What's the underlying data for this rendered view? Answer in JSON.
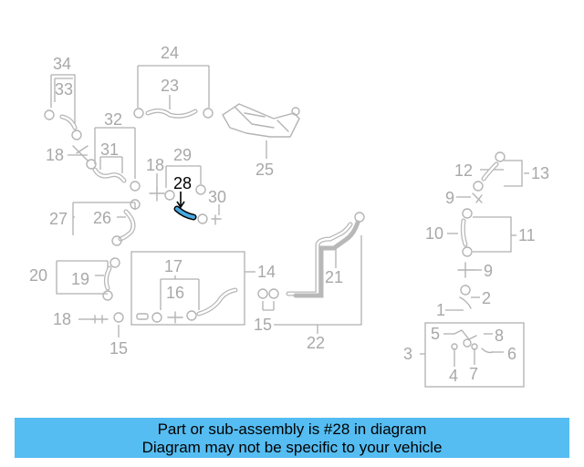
{
  "diagram": {
    "highlight_part": "28",
    "highlight_color": "#4aa8e0",
    "labels": {
      "l1": "1",
      "l2": "2",
      "l3": "3",
      "l4": "4",
      "l5": "5",
      "l6": "6",
      "l7": "7",
      "l8": "8",
      "l9a": "9",
      "l9b": "9",
      "l10": "10",
      "l11": "11",
      "l12": "12",
      "l13": "13",
      "l14": "14",
      "l15a": "15",
      "l15b": "15",
      "l16": "16",
      "l17": "17",
      "l18a": "18",
      "l18b": "18",
      "l18c": "18",
      "l19": "19",
      "l20": "20",
      "l21": "21",
      "l22": "22",
      "l23": "23",
      "l24": "24",
      "l25": "25",
      "l26": "26",
      "l27": "27",
      "l28": "28",
      "l29": "29",
      "l30": "30",
      "l31": "31",
      "l32": "32",
      "l33": "33",
      "l34": "34"
    }
  },
  "banner": {
    "line1": "Part or sub-assembly is #28 in diagram",
    "line2": "Diagram may not be specific to your vehicle"
  }
}
